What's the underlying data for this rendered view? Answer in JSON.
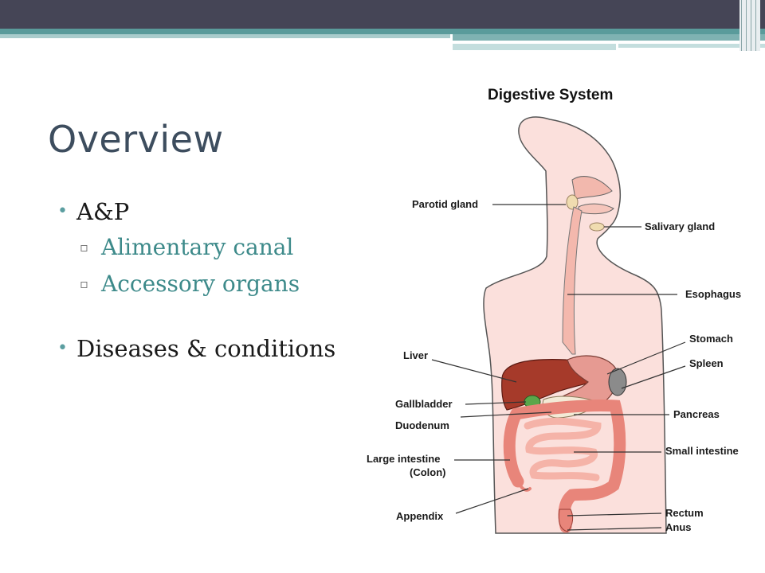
{
  "slide": {
    "title": "Overview",
    "bullets": [
      {
        "text": "A&P",
        "subitems": [
          "Alimentary canal",
          "Accessory organs"
        ]
      },
      {
        "text": "Diseases & conditions",
        "subitems": []
      }
    ]
  },
  "diagram": {
    "title": "Digestive System",
    "labels": {
      "parotid_gland": "Parotid gland",
      "salivary_gland": "Salivary gland",
      "esophagus": "Esophagus",
      "liver": "Liver",
      "stomach": "Stomach",
      "spleen": "Spleen",
      "gallbladder": "Gallbladder",
      "pancreas": "Pancreas",
      "duodenum": "Duodenum",
      "large_intestine": "Large intestine",
      "colon": "(Colon)",
      "small_intestine": "Small intestine",
      "appendix": "Appendix",
      "rectum": "Rectum",
      "anus": "Anus"
    }
  },
  "colors": {
    "title": "#3d4d5e",
    "accent_teal": "#5a9b9b",
    "subitem_text": "#3d8a8a",
    "topbar": "#454556",
    "body_skin": "#fbe0dc",
    "liver": "#a63a2a",
    "intestine": "#f0a49a"
  }
}
